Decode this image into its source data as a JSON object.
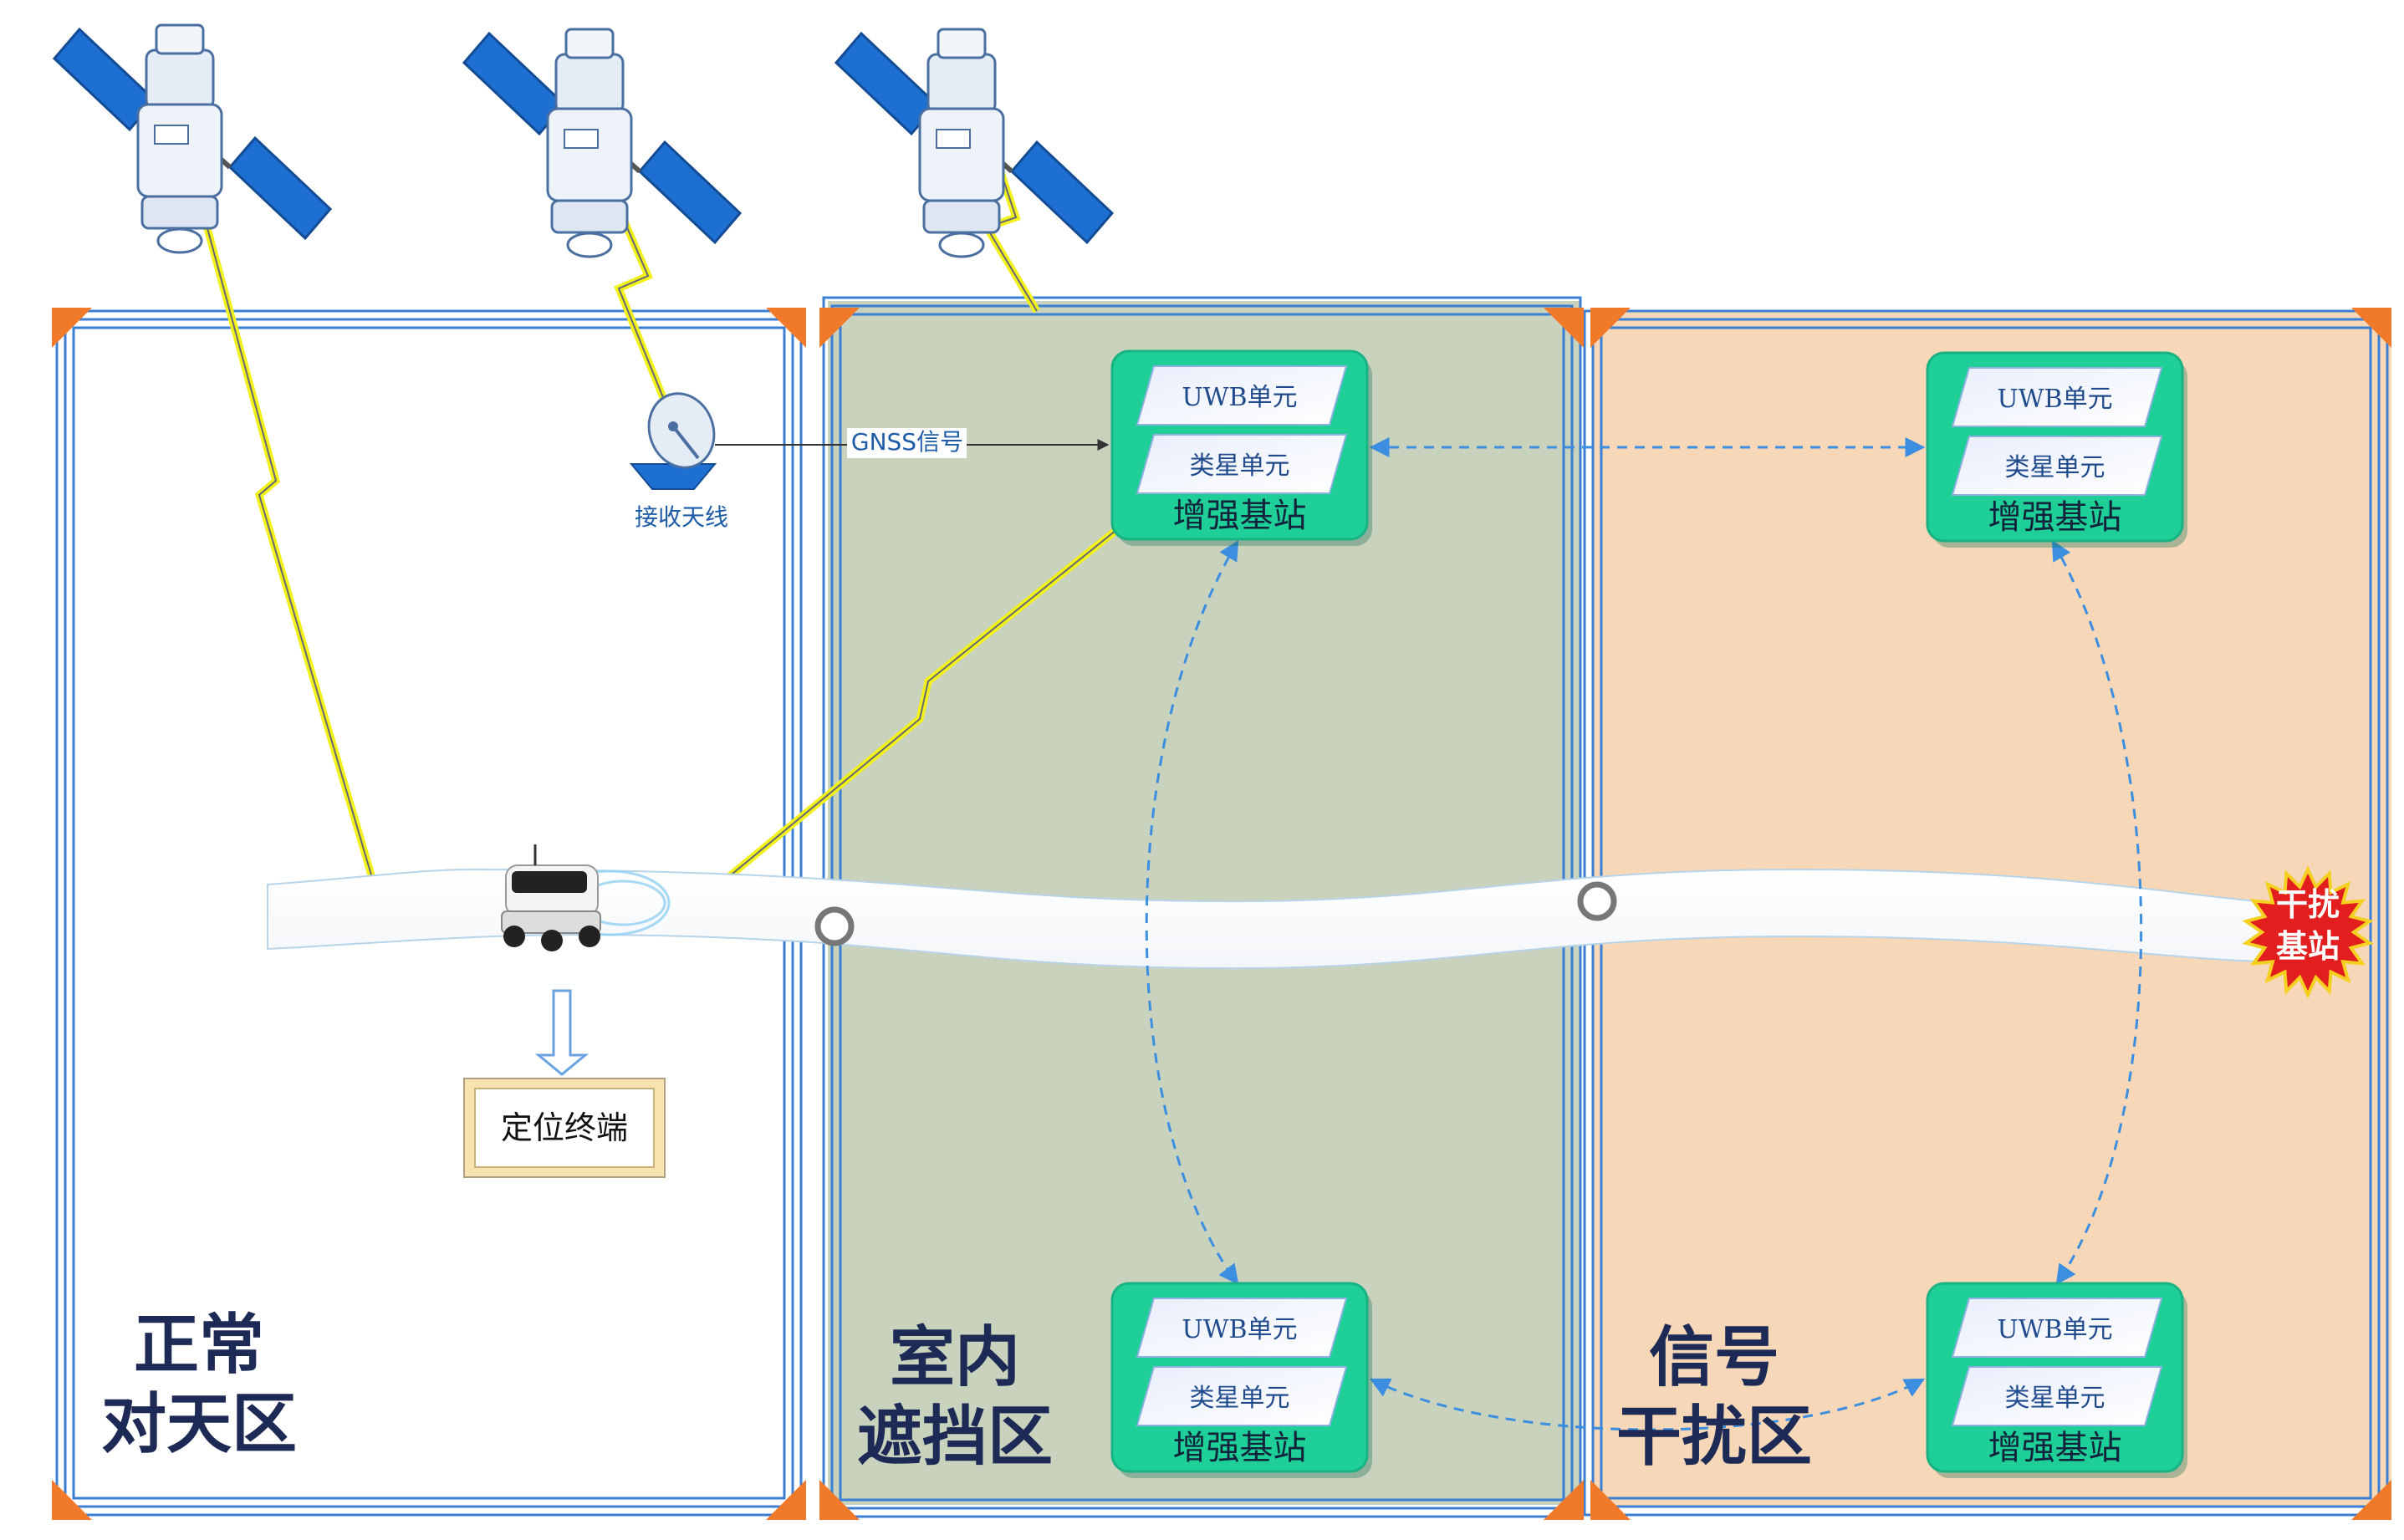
{
  "zones": {
    "normal": {
      "title_line1": "正常",
      "title_line2": "对天区",
      "fill": "#ffffff"
    },
    "indoor": {
      "title_line1": "室内",
      "title_line2": "遮挡区",
      "fill": "#c8d2bc"
    },
    "interference": {
      "title_line1": "信号",
      "title_line2": "干扰区",
      "fill": "#f6d8b8"
    }
  },
  "stations": {
    "unit_uwb": "UWB单元",
    "unit_pseudolite": "类星单元",
    "name": "增强基站",
    "color": "#1ecf98"
  },
  "antenna": {
    "label": "接收天线"
  },
  "gnss_signal": {
    "label": "GNSS信号"
  },
  "terminal": {
    "label": "定位终端"
  },
  "jammer": {
    "line1": "干扰",
    "line2": "基站",
    "color": "#e31e1e"
  },
  "colors": {
    "frame": "#3b7fd4",
    "signal": "#f2f21a",
    "link": "#3b8ee0"
  }
}
